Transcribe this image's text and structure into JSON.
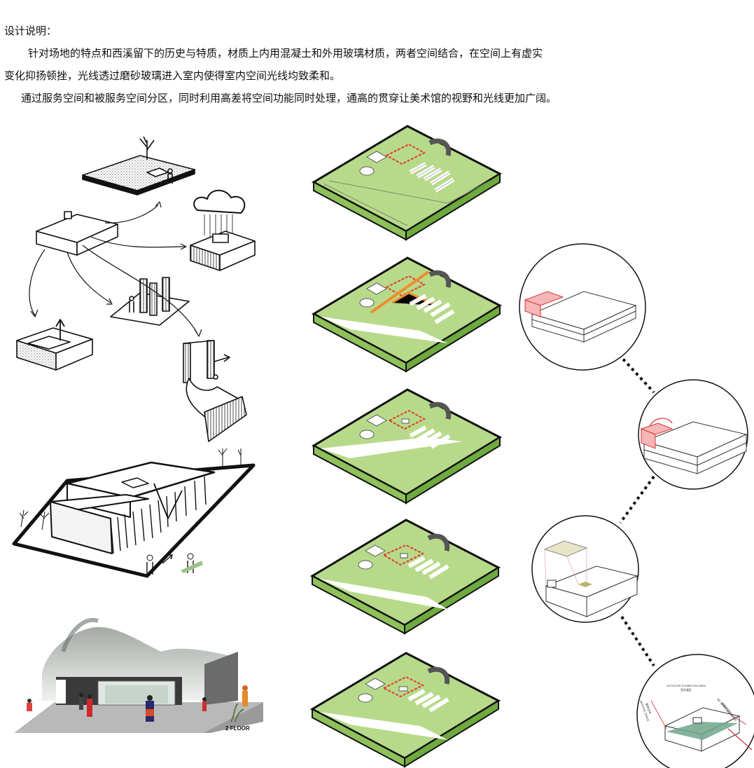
{
  "description": {
    "heading": "设计说明：",
    "line1": "针对场地的特点和西溪留下的历史与特质，材质上内用混凝土和外用玻璃材质，两者空间结合，在空间上有虚实",
    "line2": "变化抑扬顿挫，光线透过磨砂玻璃进入室内使得室内空间光线均致柔和。",
    "line3": "通过服务空间和被服务空间分区，同时利用高差将空间功能同时处理，通高的贯穿让美术馆的视野和光线更加广阔。"
  },
  "render": {
    "floor_label": "2  FLOOR"
  },
  "diagram_labels": {
    "service_space_en": "SERVICE SPACE",
    "service_space_cn": "服务空间",
    "outdoor_en": "OUTDOOR EXHIBITION AREA",
    "outdoor_cn": "室外展区",
    "be_served_en": "BE SERVICED SPACE",
    "be_served_cn": "被服务空间"
  },
  "colors": {
    "site_green": "#b7da8a",
    "site_edge": "#111111",
    "highlight_red": "#e23a2a",
    "path_orange": "#f08c2c",
    "accent_pink": "#f4b6b6",
    "accent_teal": "#6fa58a"
  }
}
